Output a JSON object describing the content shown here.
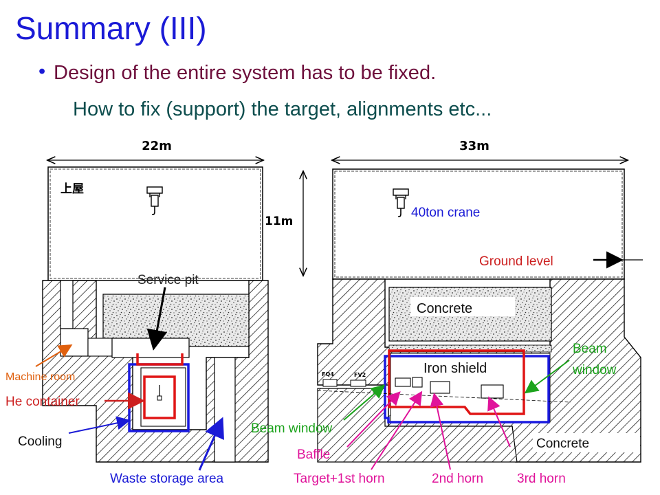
{
  "slide": {
    "title": "Summary (III)",
    "bullet": "Design of the entire system has to be fixed.",
    "subline": "How to fix (support) the target, alignments etc..."
  },
  "diagram": {
    "left_view": {
      "width_label": "22m",
      "building_label": "上屋",
      "service_pit": "Service pit",
      "machine_room": "Machine room",
      "he_container": "He container",
      "cooling": "Cooling",
      "waste_storage": "Waste storage area"
    },
    "right_view": {
      "width_label": "33m",
      "height_label": "11m",
      "crane": "40ton crane",
      "ground_level": "Ground level",
      "concrete_top": "Concrete",
      "concrete_bottom": "Concrete",
      "iron_shield": "Iron shield",
      "beam_window_right_line1": "Beam",
      "beam_window_right_line2": "window",
      "beam_window_left": "Beam window",
      "baffle": "Baffle",
      "target_horn": "Target+1st horn",
      "horn2": "2nd horn",
      "horn3": "3rd horn",
      "fq4": "FQ4",
      "fv2": "FV2"
    }
  },
  "colors": {
    "title": "#1a1ad6",
    "bullet_text": "#6e0f3c",
    "subline_text": "#0d4d4d",
    "label_blue": "#1a1ad6",
    "label_red": "#cc1f1f",
    "label_green": "#1ca31c",
    "label_magenta": "#e0139a",
    "label_orange": "#e0600e",
    "box_red": "#e01515",
    "box_blue": "#1a1ae0"
  }
}
